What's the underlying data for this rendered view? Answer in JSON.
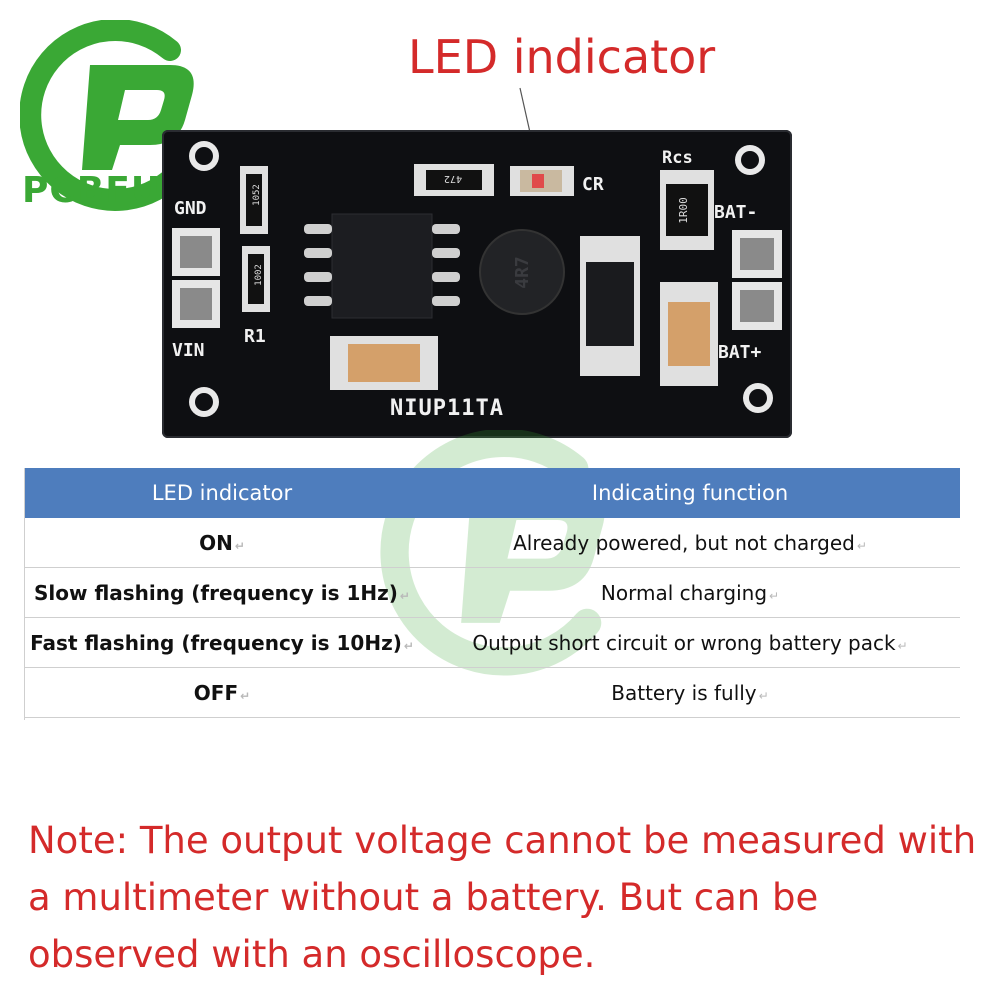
{
  "logo": {
    "brand_text": "PCBFUN",
    "icon": "pcbfun-logo-icon",
    "color": "#3aa835"
  },
  "callout": {
    "title": "LED indicator",
    "color": "#d42a2a"
  },
  "board": {
    "model": "NIUP11TA",
    "labels": {
      "gnd": "GND",
      "vin": "VIN",
      "bat_minus": "BAT-",
      "bat_plus": "BAT+",
      "r1": "R1",
      "rcs": "Rcs",
      "cr": "CR",
      "r_top": "1052",
      "r_bottom": "1002",
      "r_mid": "472",
      "r_shunt": "1R00",
      "inductor": "4R7"
    }
  },
  "table": {
    "headers": [
      "LED indicator",
      "Indicating function"
    ],
    "header_color": "#4e7dbd",
    "rows": [
      {
        "state": "ON",
        "function": "Already powered, but not charged"
      },
      {
        "state": "Slow flashing (frequency is 1Hz)",
        "function": "Normal charging"
      },
      {
        "state": "Fast flashing (frequency is 10Hz)",
        "function": "Output short circuit or wrong battery pack"
      },
      {
        "state": "OFF",
        "function": "Battery is fully"
      }
    ]
  },
  "note": {
    "text": "Note: The output voltage cannot be measured with a multimeter without a battery. But can be observed with an oscilloscope.",
    "color": "#d42a2a"
  }
}
